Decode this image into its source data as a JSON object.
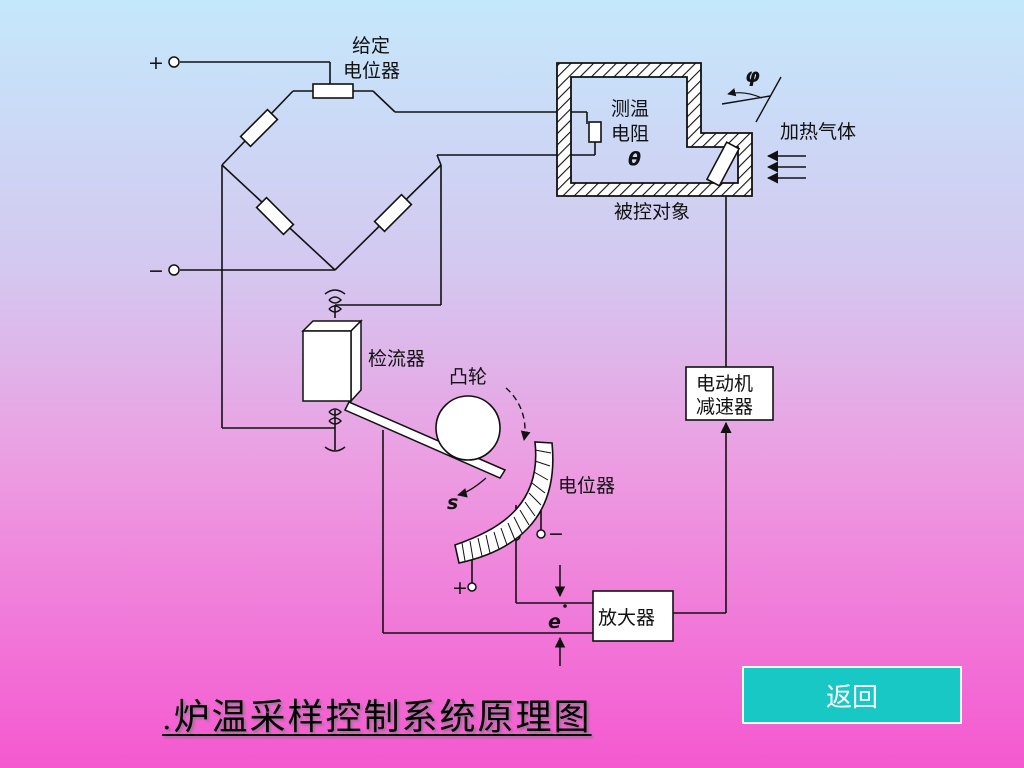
{
  "diagram": {
    "labels": {
      "plus": "+",
      "minus": "−",
      "set_pot_line1": "给定",
      "set_pot_line2": "电位器",
      "sensor_line1": "测温",
      "sensor_line2": "电阻",
      "theta": "θ",
      "phi": "φ",
      "heat_gas": "加热气体",
      "plant": "被控对象",
      "galvanometer": "检流器",
      "cam": "凸轮",
      "potentiometer": "电位器",
      "s": "s",
      "pot_minus": "−",
      "pot_plus": "+",
      "error": "e",
      "amplifier": "放大器",
      "motor_line1": "电动机",
      "motor_line2": "减速器"
    }
  },
  "caption": {
    "dot": ".",
    "text": "炉温采样控制系统原理图"
  },
  "back_button": {
    "label": "返回"
  }
}
